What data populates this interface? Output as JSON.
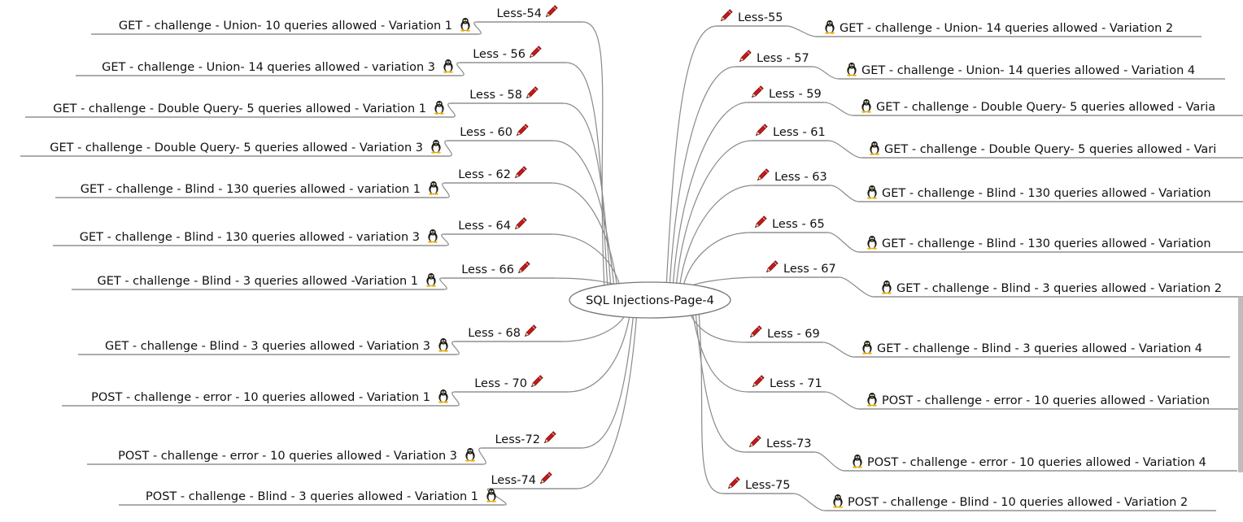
{
  "central": {
    "label": "SQL Injections-Page-4"
  },
  "icons": {
    "pencil": "pencil-icon",
    "linux": "linux-tux-icon"
  },
  "colors": {
    "pencil_body": "#c41a1a",
    "line": "#8a8a8a",
    "ellipse_stroke": "#777777"
  },
  "left": [
    {
      "less": "Less-54",
      "task": "GET - challenge - Union- 10 queries allowed - Variation 1"
    },
    {
      "less": "Less - 56",
      "task": "GET - challenge - Union- 14 queries allowed - variation 3"
    },
    {
      "less": "Less - 58",
      "task": "GET - challenge - Double Query- 5 queries allowed - Variation 1"
    },
    {
      "less": "Less - 60",
      "task": "GET - challenge - Double Query- 5 queries allowed - Variation 3"
    },
    {
      "less": "Less - 62",
      "task": "GET - challenge - Blind - 130 queries allowed - variation 1"
    },
    {
      "less": "Less - 64",
      "task": "GET - challenge - Blind - 130 queries allowed - variation 3"
    },
    {
      "less": "Less - 66",
      "task": "GET - challenge - Blind - 3 queries allowed -Variation 1"
    },
    {
      "less": "Less - 68",
      "task": "GET - challenge - Blind - 3 queries allowed - Variation 3"
    },
    {
      "less": "Less - 70",
      "task": "POST - challenge - error - 10 queries allowed - Variation 1"
    },
    {
      "less": "Less-72",
      "task": "POST - challenge - error - 10 queries allowed - Variation 3"
    },
    {
      "less": "Less-74",
      "task": "POST - challenge - Blind - 3 queries allowed - Variation 1"
    }
  ],
  "right": [
    {
      "less": "Less-55",
      "task": "GET - challenge - Union- 14 queries allowed - Variation 2"
    },
    {
      "less": "Less - 57",
      "task": "GET - challenge - Union- 14 queries allowed - Variation 4"
    },
    {
      "less": "Less - 59",
      "task": "GET - challenge - Double Query- 5 queries allowed - Varia"
    },
    {
      "less": "Less - 61",
      "task": "GET - challenge - Double Query- 5 queries allowed - Vari"
    },
    {
      "less": "Less - 63",
      "task": "GET - challenge - Blind - 130 queries allowed - Variation"
    },
    {
      "less": "Less - 65",
      "task": "GET - challenge - Blind - 130 queries allowed - Variation"
    },
    {
      "less": "Less - 67",
      "task": "GET - challenge - Blind - 3 queries allowed - Variation 2"
    },
    {
      "less": "Less - 69",
      "task": "GET - challenge - Blind - 3 queries allowed - Variation 4"
    },
    {
      "less": "Less - 71",
      "task": "POST - challenge - error - 10 queries allowed - Variation"
    },
    {
      "less": "Less-73",
      "task": "POST - challenge - error - 10 queries allowed - Variation 4"
    },
    {
      "less": "Less-75",
      "task": "POST - challenge - Blind - 10 queries allowed - Variation 2"
    }
  ]
}
